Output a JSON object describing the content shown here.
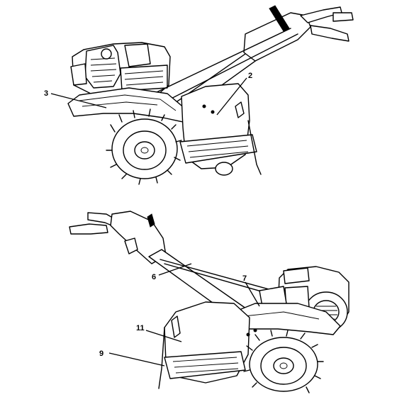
{
  "callouts": {
    "c2": "2",
    "c3": "3",
    "c6": "6",
    "c7": "7",
    "c9": "9",
    "c11": "11"
  }
}
